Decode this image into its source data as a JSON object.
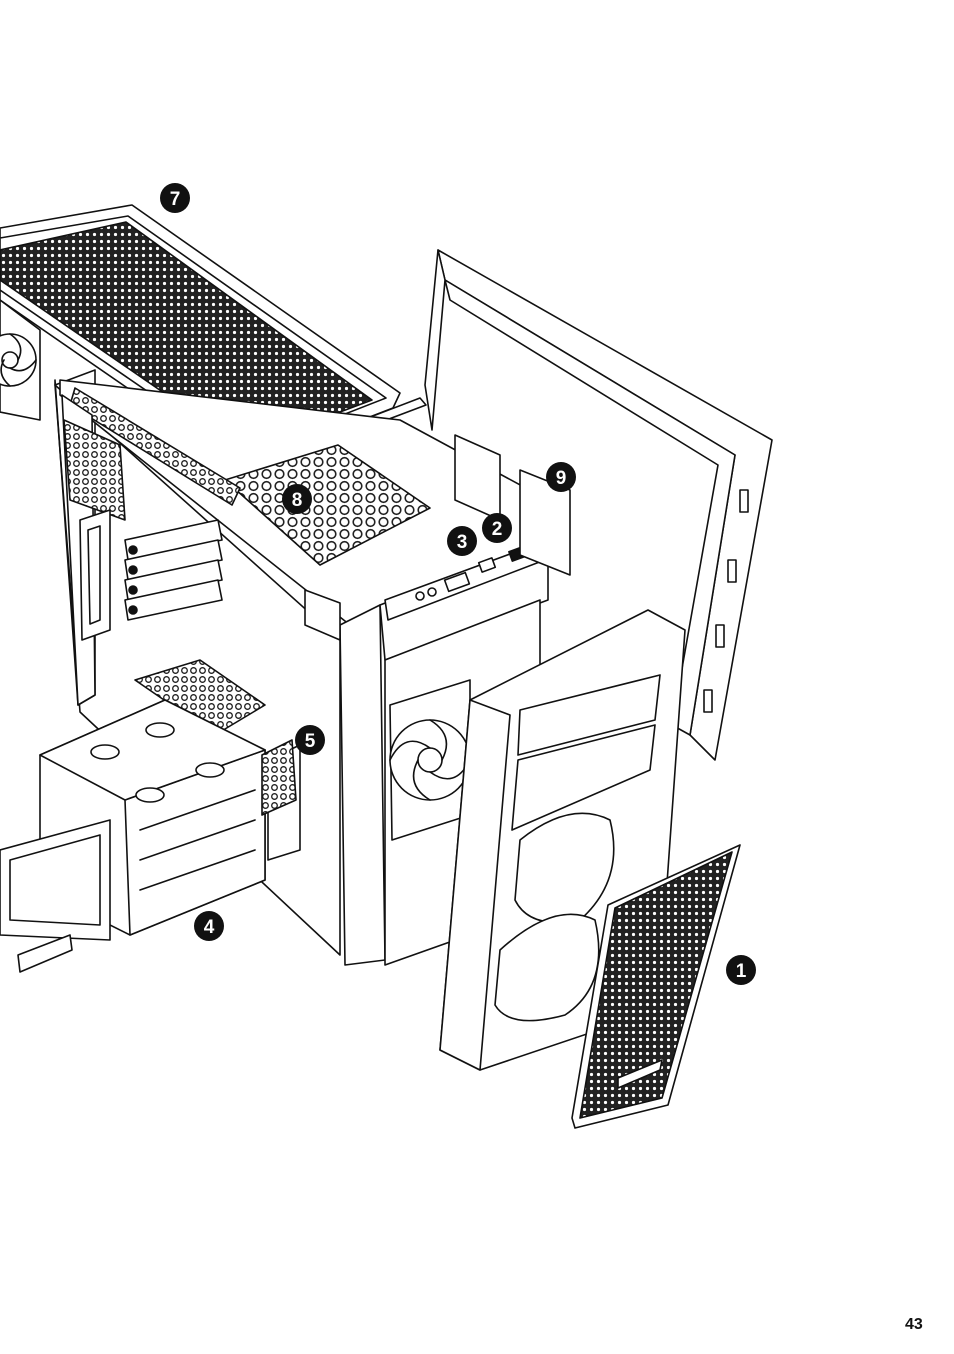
{
  "page_number": "43",
  "callouts": [
    "1",
    "2",
    "3",
    "4",
    "5",
    "7",
    "8",
    "9"
  ],
  "colors": {
    "ink": "#111111",
    "paper": "#ffffff"
  }
}
